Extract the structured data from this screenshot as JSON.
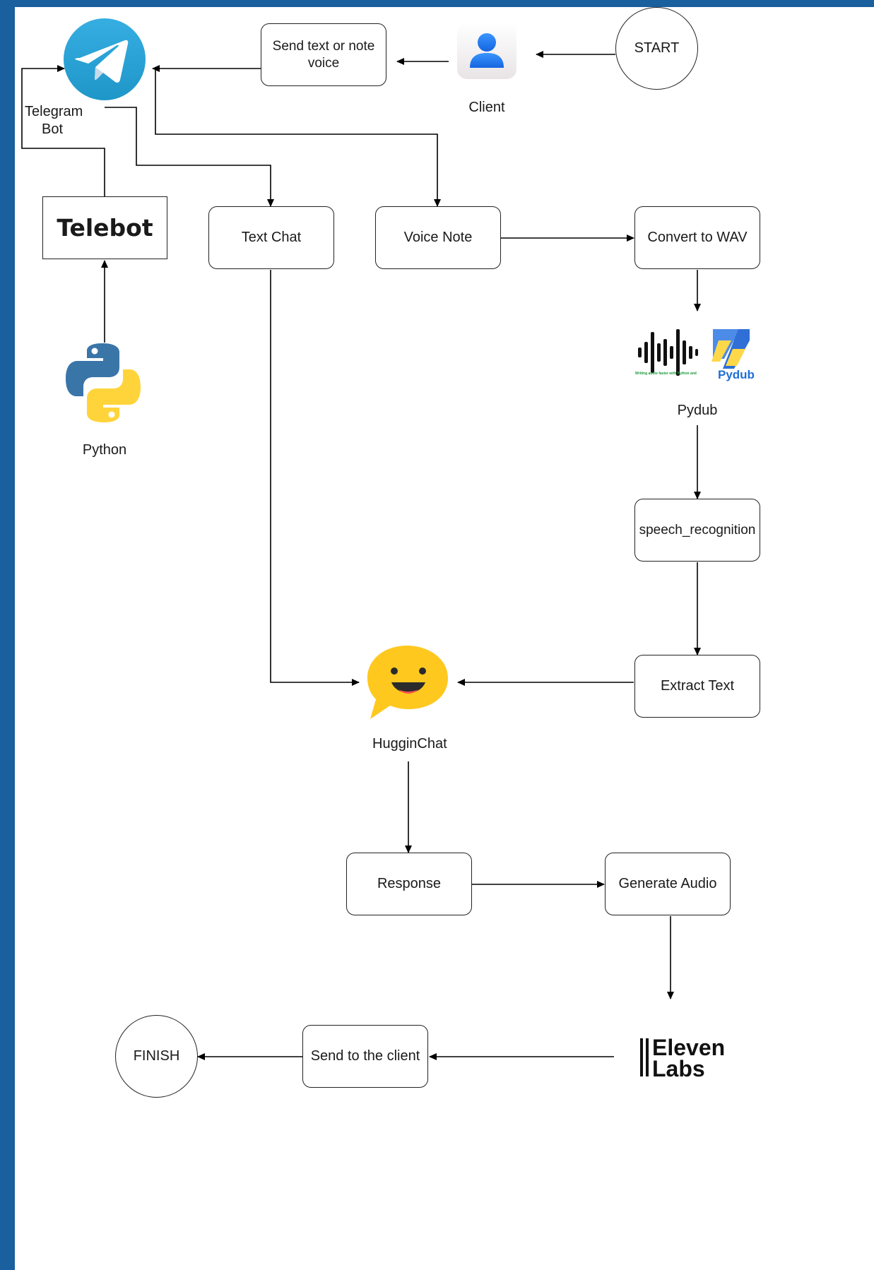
{
  "nodes": {
    "start": "START",
    "client": "Client",
    "send_text": "Send text or note voice",
    "telegram_bot": "Telegram Bot",
    "telebot": "Telebot",
    "python": "Python",
    "text_chat": "Text Chat",
    "voice_note": "Voice Note",
    "convert_wav": "Convert to WAV",
    "pydub": "Pydub",
    "pydub_logo_text": "Pydub",
    "pydub_tagline": "Writing audio faster with Python and",
    "speech_recognition": "speech_recognition",
    "extract_text": "Extract Text",
    "hugginchat": "HugginChat",
    "response": "Response",
    "generate_audio": "Generate Audio",
    "elevenlabs_line1": "Eleven",
    "elevenlabs_line2": "Labs",
    "send_client": "Send to the client",
    "finish": "FINISH"
  },
  "icons": {
    "telegram": "telegram-icon",
    "client": "user-icon",
    "python": "python-icon",
    "pydub": "waveform-icon",
    "hugginchat": "smiley-chat-icon",
    "elevenlabs": "elevenlabs-logo"
  },
  "colors": {
    "frame": "#1a5f9e",
    "telegram": "#2aa3df",
    "python_blue": "#3a75a8",
    "python_yellow": "#ffd43b",
    "hugginchat": "#ffc81f",
    "client": "#1f7cf0"
  }
}
